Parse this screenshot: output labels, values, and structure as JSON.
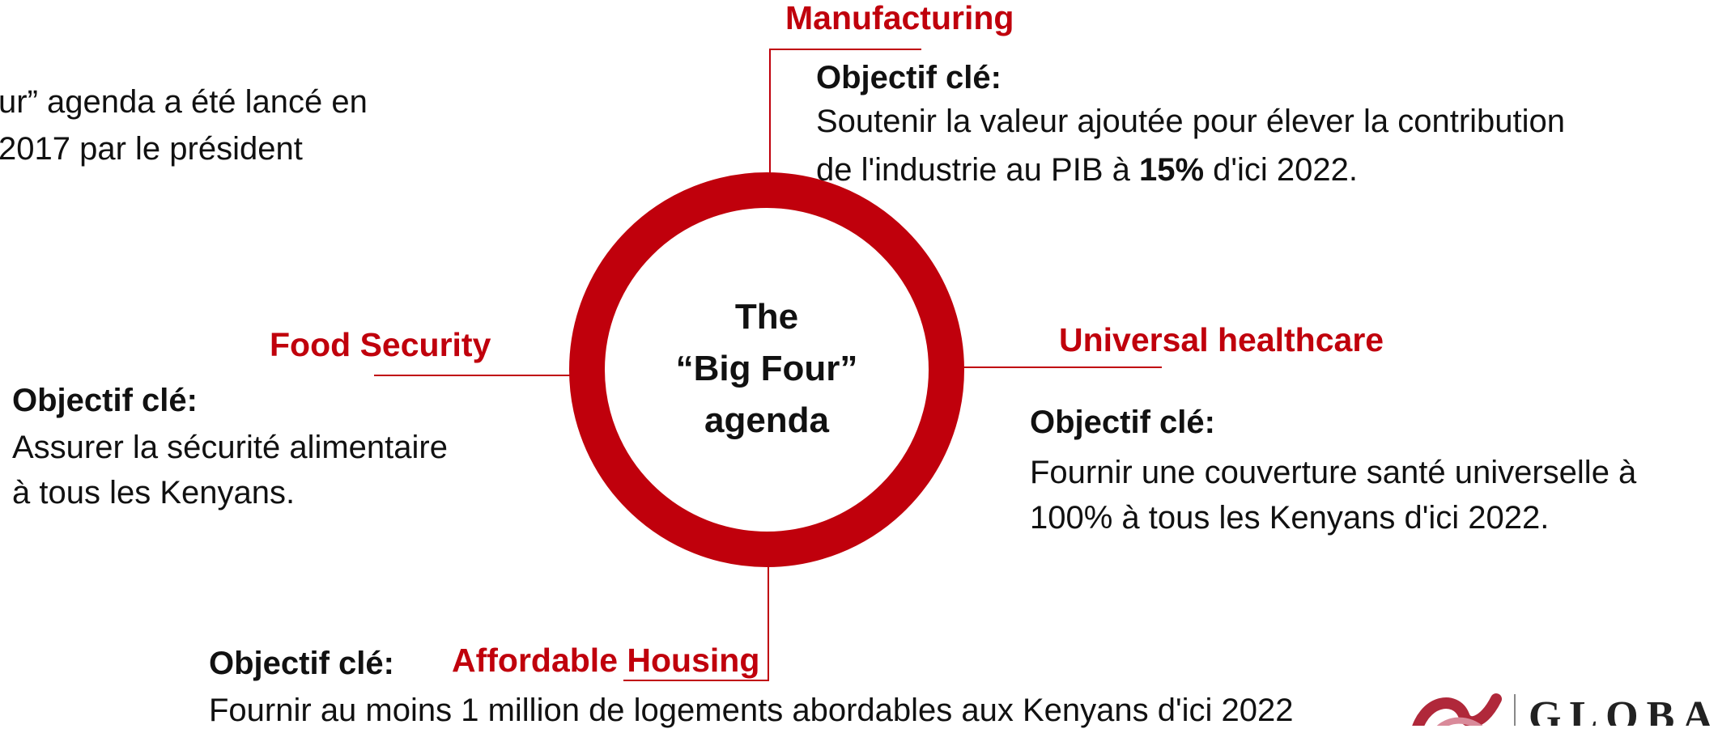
{
  "intro": {
    "line1": "ur” agenda a été lancé en",
    "line2": "2017 par le président"
  },
  "center": {
    "line1": "The",
    "line2": "“Big Four”",
    "line3": "agenda"
  },
  "pillars": {
    "manufacturing": {
      "title": "Manufacturing",
      "objective_label": "Objectif clé:",
      "line1": "Soutenir la valeur ajoutée pour élever la contribution",
      "line2_before": "de l'industrie au PIB à ",
      "line2_bold": "15%",
      "line2_after": " d'ici 2022."
    },
    "food_security": {
      "title": "Food Security",
      "objective_label": "Objectif clé:",
      "line1": "Assurer la sécurité alimentaire",
      "line2": "à tous les Kenyans."
    },
    "healthcare": {
      "title": "Universal healthcare",
      "objective_label": "Objectif clé:",
      "line1": "Fournir une couverture santé universelle à",
      "line2": "100% à tous les Kenyans d'ici 2022."
    },
    "housing": {
      "title": "Affordable Housing",
      "objective_label": "Objectif clé:",
      "line1": "Fournir au moins 1 million de logements abordables aux Kenyans d'ici 2022"
    }
  },
  "logo": {
    "text": "GLOBA"
  },
  "colors": {
    "accent": "#c0000c",
    "text": "#111111",
    "background": "#ffffff"
  }
}
